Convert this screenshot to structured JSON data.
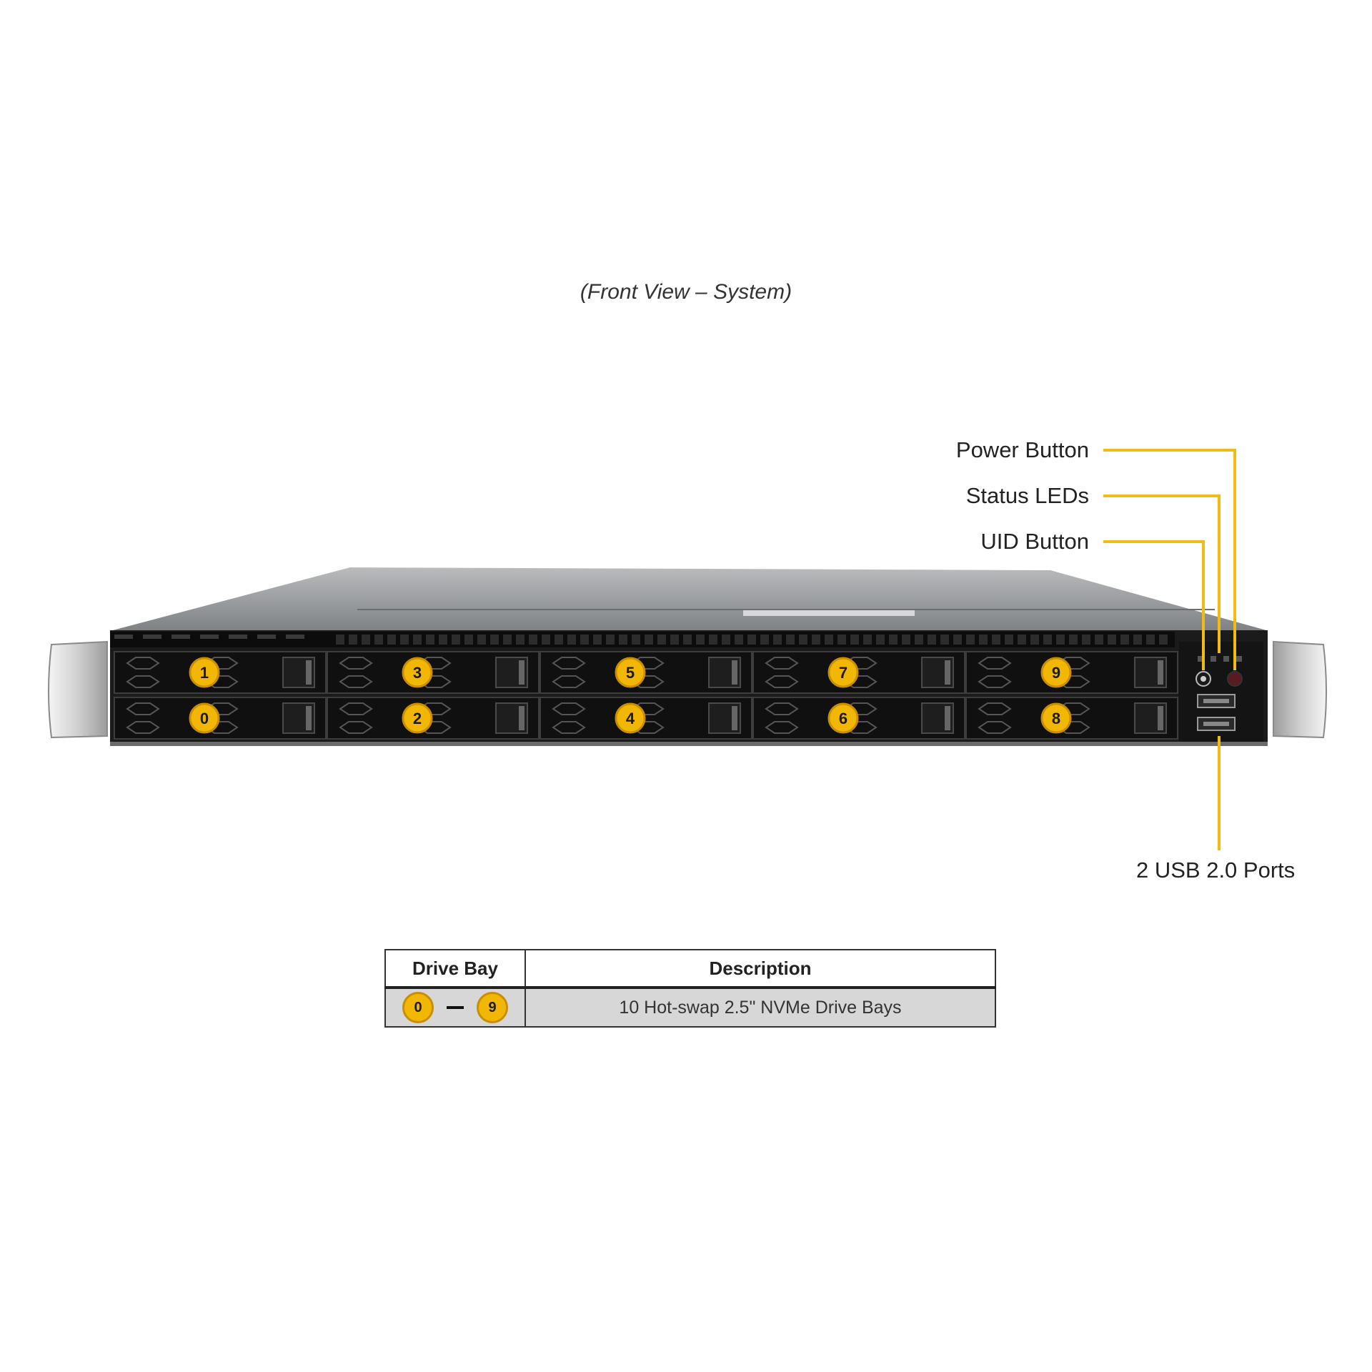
{
  "caption": "(Front View – System)",
  "callouts": {
    "power_button": "Power Button",
    "status_leds": "Status LEDs",
    "uid_button": "UID Button",
    "usb_ports": "2 USB 2.0 Ports"
  },
  "drive_bays": {
    "top_row": [
      "1",
      "3",
      "5",
      "7",
      "9"
    ],
    "bottom_row": [
      "0",
      "2",
      "4",
      "6",
      "8"
    ]
  },
  "legend": {
    "headers": {
      "bay": "Drive Bay",
      "description": "Description"
    },
    "rows": [
      {
        "bay_start": "0",
        "bay_end": "9",
        "description": "10 Hot-swap 2.5\" NVMe Drive Bays"
      }
    ]
  },
  "colors": {
    "badge": "#f2b705",
    "callout_line": "#f0bb12",
    "chassis": "#1a1a1a",
    "chassis_top": "#9a9d9f"
  }
}
